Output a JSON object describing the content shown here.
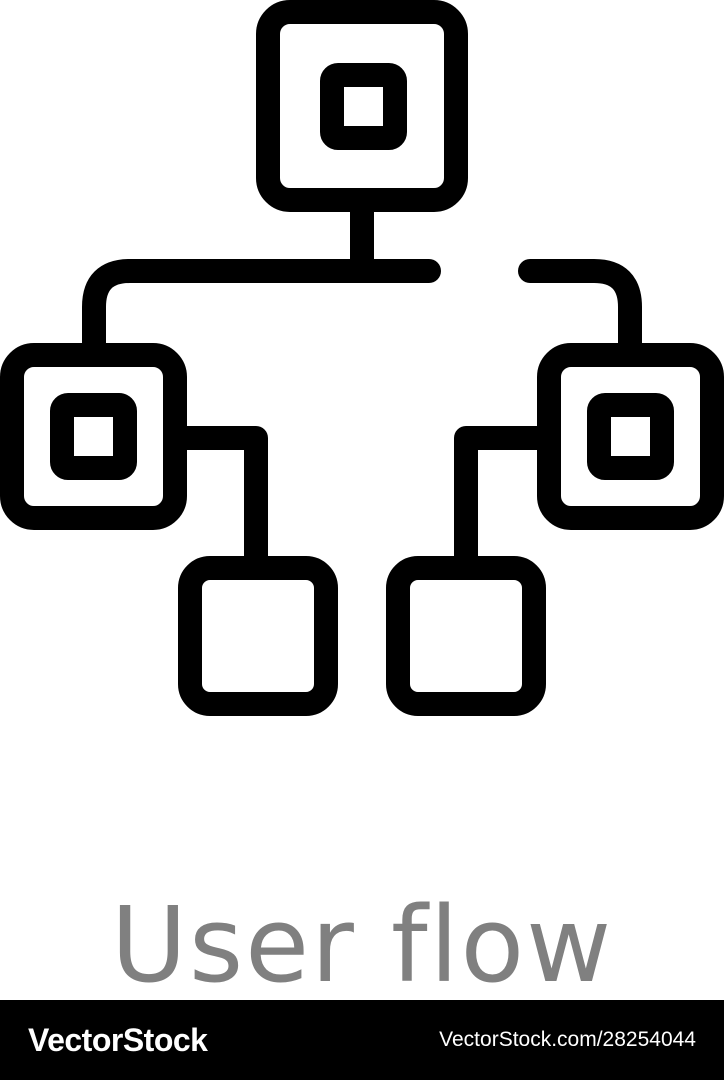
{
  "caption": {
    "text": "User flow",
    "color": "#808080"
  },
  "icon": {
    "name": "user-flow-icon",
    "stroke_color": "#000000"
  },
  "footer": {
    "background": "#000000",
    "text_color": "#ffffff",
    "brand": "VectorStock",
    "url": "VectorStock.com/28254044"
  }
}
